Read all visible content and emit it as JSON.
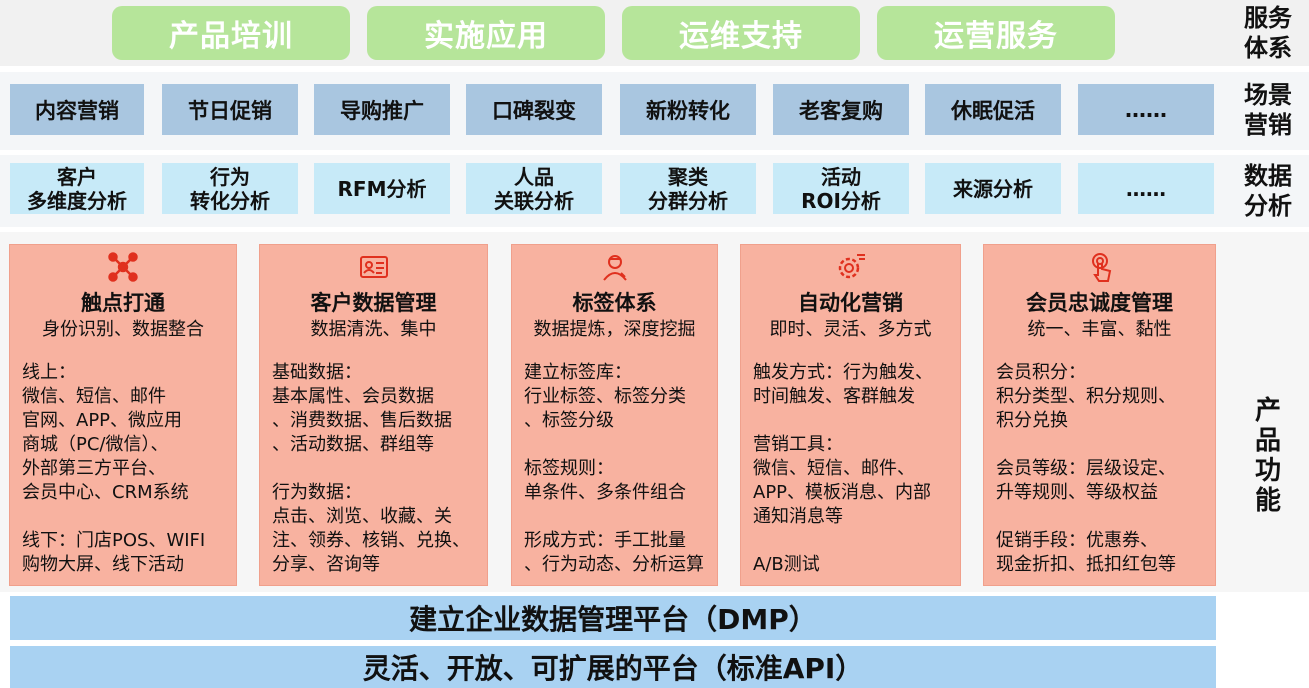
{
  "service_system": {
    "label": "服务\n体系",
    "items": [
      "产品培训",
      "实施应用",
      "运维支持",
      "运营服务"
    ]
  },
  "scenario_marketing": {
    "label": "场景\n营销",
    "items": [
      "内容营销",
      "节日促销",
      "导购推广",
      "口碑裂变",
      "新粉转化",
      "老客复购",
      "休眠促活",
      "……"
    ]
  },
  "data_analysis": {
    "label": "数据\n分析",
    "items": [
      "客户\n多维度分析",
      "行为\n转化分析",
      "RFM分析",
      "人品\n关联分析",
      "聚类\n分群分析",
      "活动\nROI分析",
      "来源分析",
      "……"
    ]
  },
  "product_functions": {
    "label": "产\n品\n功\n能",
    "cards": [
      {
        "icon": "network-nodes-icon",
        "title": "触点打通",
        "subtitle": "身份识别、数据整合",
        "paragraphs": [
          "线上：\n微信、短信、邮件\n官网、APP、微应用\n商城（PC/微信）、\n外部第三方平台、\n会员中心、CRM系统",
          "线下：门店POS、WIFI\n购物大屏、线下活动"
        ]
      },
      {
        "icon": "id-card-icon",
        "title": "客户数据管理",
        "subtitle": "数据清洗、集中",
        "paragraphs": [
          "基础数据：\n基本属性、会员数据\n、消费数据、售后数据\n、活动数据、群组等",
          "行为数据：\n点击、浏览、收藏、关\n注、领券、核销、兑换、\n分享、咨询等"
        ]
      },
      {
        "icon": "user-tag-icon",
        "title": "标签体系",
        "subtitle": "数据提炼，深度挖掘",
        "paragraphs": [
          "建立标签库：\n行业标签、标签分类\n、标签分级",
          "标签规则：\n单条件、多条件组合",
          "形成方式：手工批量\n、行为动态、分析运算"
        ]
      },
      {
        "icon": "gear-automation-icon",
        "title": "自动化营销",
        "subtitle": "即时、灵活、多方式",
        "paragraphs": [
          "触发方式：行为触发、\n时间触发、客群触发",
          "营销工具：\n微信、短信、邮件、\nAPP、模板消息、内部\n通知消息等",
          "A/B测试"
        ]
      },
      {
        "icon": "touch-hand-icon",
        "title": "会员忠诚度管理",
        "subtitle": "统一、丰富、黏性",
        "paragraphs": [
          "会员积分：\n积分类型、积分规则、\n积分兑换",
          "会员等级：层级设定、\n升等规则、等级权益",
          "促销手段：优惠券、\n现金折扣、抵扣红包等"
        ]
      }
    ]
  },
  "platform_bars": [
    "建立企业数据管理平台（DMP）",
    "灵活、开放、可扩展的平台（标准API）"
  ],
  "colors": {
    "service_green": "#b6e59a",
    "scenario_blue": "#a9c6e0",
    "analysis_cyan": "#c7eaf8",
    "card_salmon": "#f8b2a0",
    "icon_red": "#e0301e",
    "bar_blue": "#a9d2f2"
  }
}
